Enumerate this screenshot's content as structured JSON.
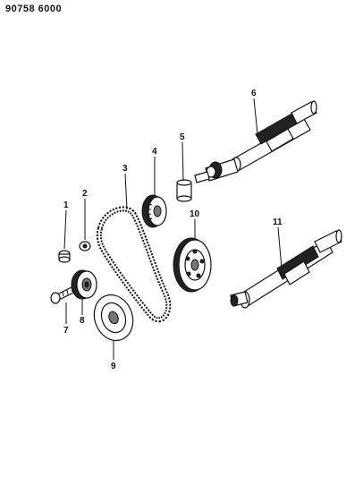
{
  "header": {
    "code": "90758 6000"
  },
  "callouts": {
    "c1": "1",
    "c2": "2",
    "c3": "3",
    "c4": "4",
    "c5": "5",
    "c6": "6",
    "c7": "7",
    "c8": "8",
    "c9": "9",
    "c10": "10",
    "c11": "11"
  }
}
